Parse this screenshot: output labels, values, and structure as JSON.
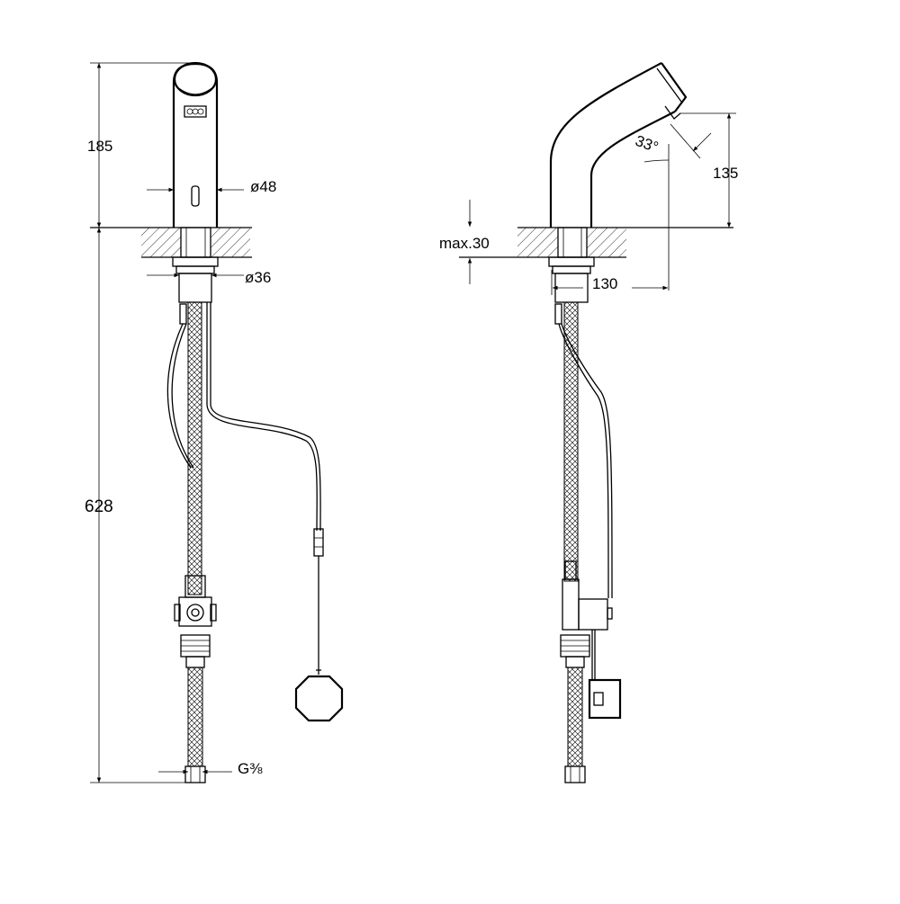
{
  "dimensions": {
    "spout_height": "185",
    "body_diameter": "ø48",
    "shank_diameter": "ø36",
    "total_length": "628",
    "connection_thread": "G⅜",
    "spout_angle": "33°",
    "outlet_height": "135",
    "max_deck_thickness": "max.30",
    "projection": "130"
  }
}
